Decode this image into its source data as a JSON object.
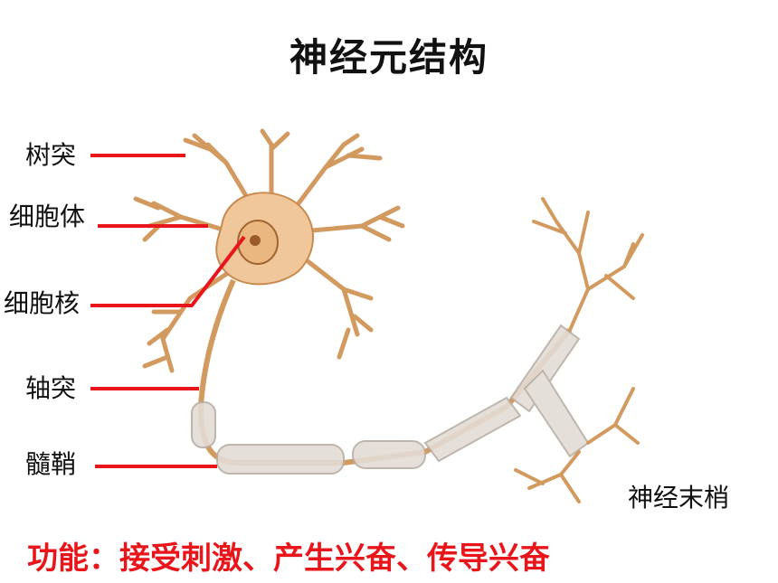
{
  "title": "神经元结构",
  "labels": {
    "dendrite": "树突",
    "cell_body": "细胞体",
    "nucleus": "细胞核",
    "axon": "轴突",
    "myelin_sheath": "髓鞘",
    "nerve_ending": "神经末梢"
  },
  "function_text": "功能：接受刺激、产生兴奋、传导兴奋",
  "colors": {
    "leader_line": "#e8161b",
    "function_text": "#e8161b",
    "neuron_fill": "#f0c79a",
    "neuron_stroke": "#c98a4e",
    "myelin": "#e3dcd6"
  }
}
